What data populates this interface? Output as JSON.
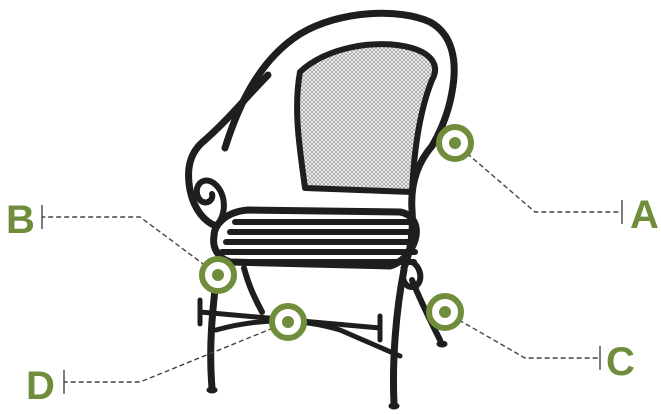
{
  "callouts": [
    {
      "id": "A",
      "label": "A"
    },
    {
      "id": "B",
      "label": "B"
    },
    {
      "id": "C",
      "label": "C"
    },
    {
      "id": "D",
      "label": "D"
    }
  ],
  "colors": {
    "marker": "#6f8d3b",
    "label": "#6f8d3b",
    "leader": "#444444",
    "chair_frame": "#1e1e1e",
    "mesh": "#8a8a8a"
  }
}
